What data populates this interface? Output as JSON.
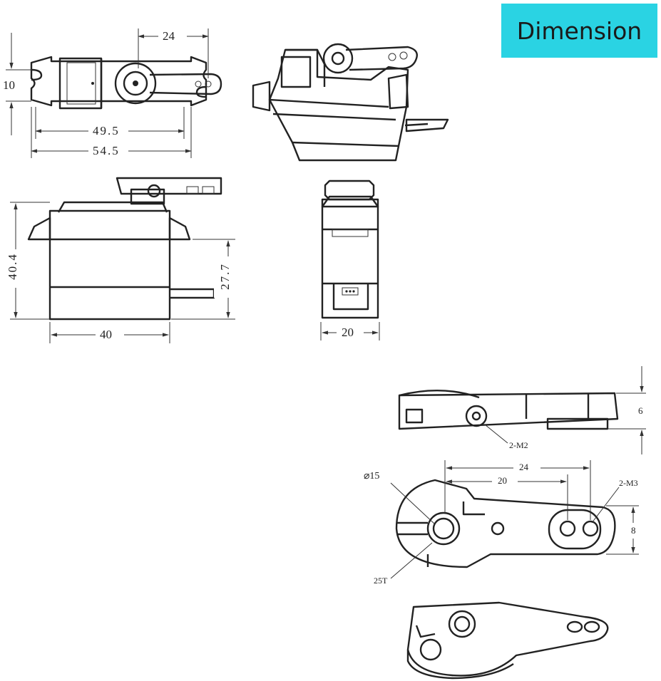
{
  "badge": {
    "label": "Dimension",
    "color": "#2ad3e3"
  },
  "top_view": {
    "dim_horn_offset": "24",
    "dim_height": "10",
    "dim_mount_spacing": "49.5",
    "dim_overall_length": "54.5"
  },
  "side_view": {
    "dim_overall_height": "40.4",
    "dim_flange_height": "27.7",
    "dim_body_length": "40"
  },
  "end_view": {
    "dim_width": "20"
  },
  "horn_side": {
    "dim_thickness": "6",
    "label_screw": "2-M2"
  },
  "horn_top": {
    "dim_diameter": "⌀15",
    "dim_outer_hole": "24",
    "dim_inner_hole": "20",
    "label_holes": "2-M3",
    "dim_arm_width": "8",
    "label_spline": "25T"
  }
}
